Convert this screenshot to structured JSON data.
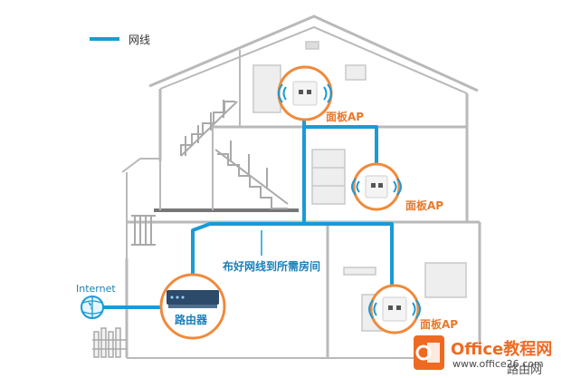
{
  "legend": {
    "label": "网线",
    "line_color": "#1a9ad6"
  },
  "labels": {
    "ap_top": "面板AP",
    "ap_middle": "面板AP",
    "ap_bottom": "面板AP",
    "cabling_note": "布好网线到所需房间",
    "internet": "Internet",
    "router": "路由器"
  },
  "watermark": {
    "brand": "Office教程网",
    "url": "www.office26.com",
    "corner": "路由网"
  },
  "colors": {
    "cable": "#1a9ad6",
    "ap_ring": "#f08a3c",
    "ap_label": "#e8792a",
    "house_line": "#b9b9b9",
    "house_fill": "#f7f7f7",
    "router_body": "#2c4a6a",
    "logo_orange": "#ee6a23"
  }
}
